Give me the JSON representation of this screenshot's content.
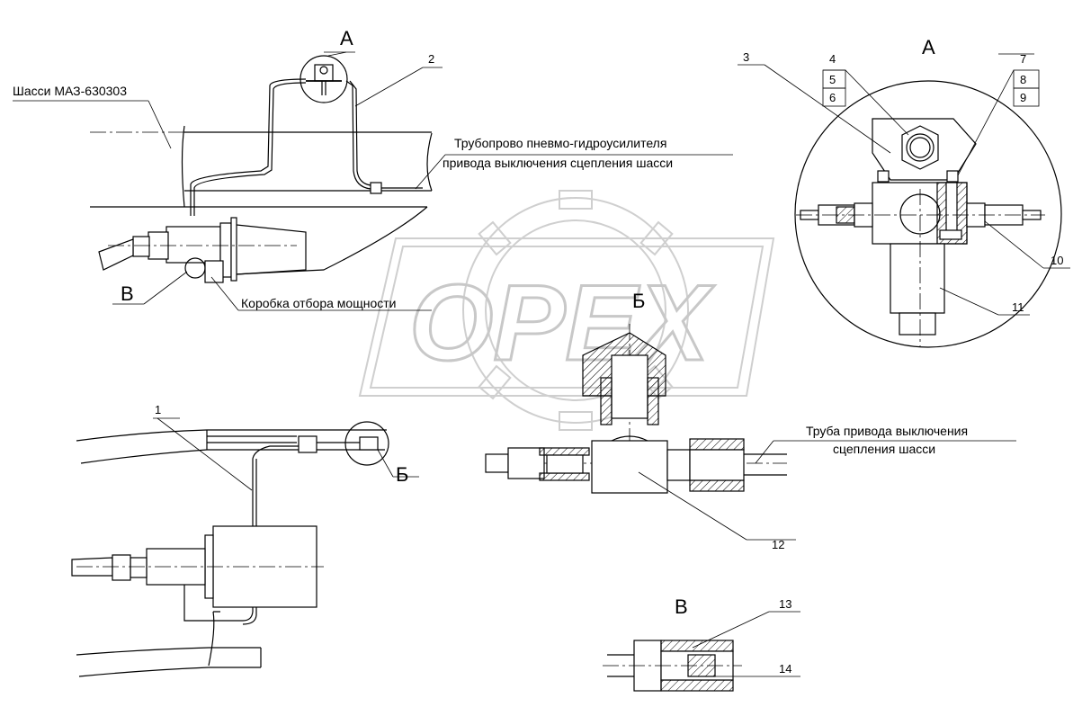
{
  "watermark": {
    "logo_text": "OPEX"
  },
  "labels": {
    "chassis": "Шасси МАЗ-630303",
    "pipeline_line1": "Трубопрово пневмо-гидроусилителя",
    "pipeline_line2": "привода выключения сцепления шасси",
    "pto": "Коробка отбора мощности",
    "tube_line1": "Труба привода выключения",
    "tube_line2": "сцепления шасси"
  },
  "view_letters": {
    "a_callout": "А",
    "a_view_title": "А",
    "b_callout": "Б",
    "b_view_title": "Б",
    "v_callout": "В",
    "v_view_title": "В"
  },
  "part_numbers": {
    "p1": "1",
    "p2": "2",
    "p3": "3",
    "p4": "4",
    "p5": "5",
    "p6": "6",
    "p7": "7",
    "p8": "8",
    "p9": "9",
    "p10": "10",
    "p11": "11",
    "p12": "12",
    "p13": "13",
    "p14": "14"
  },
  "colors": {
    "line": "#000000",
    "background": "#ffffff",
    "watermark": "#c8c8c8"
  }
}
